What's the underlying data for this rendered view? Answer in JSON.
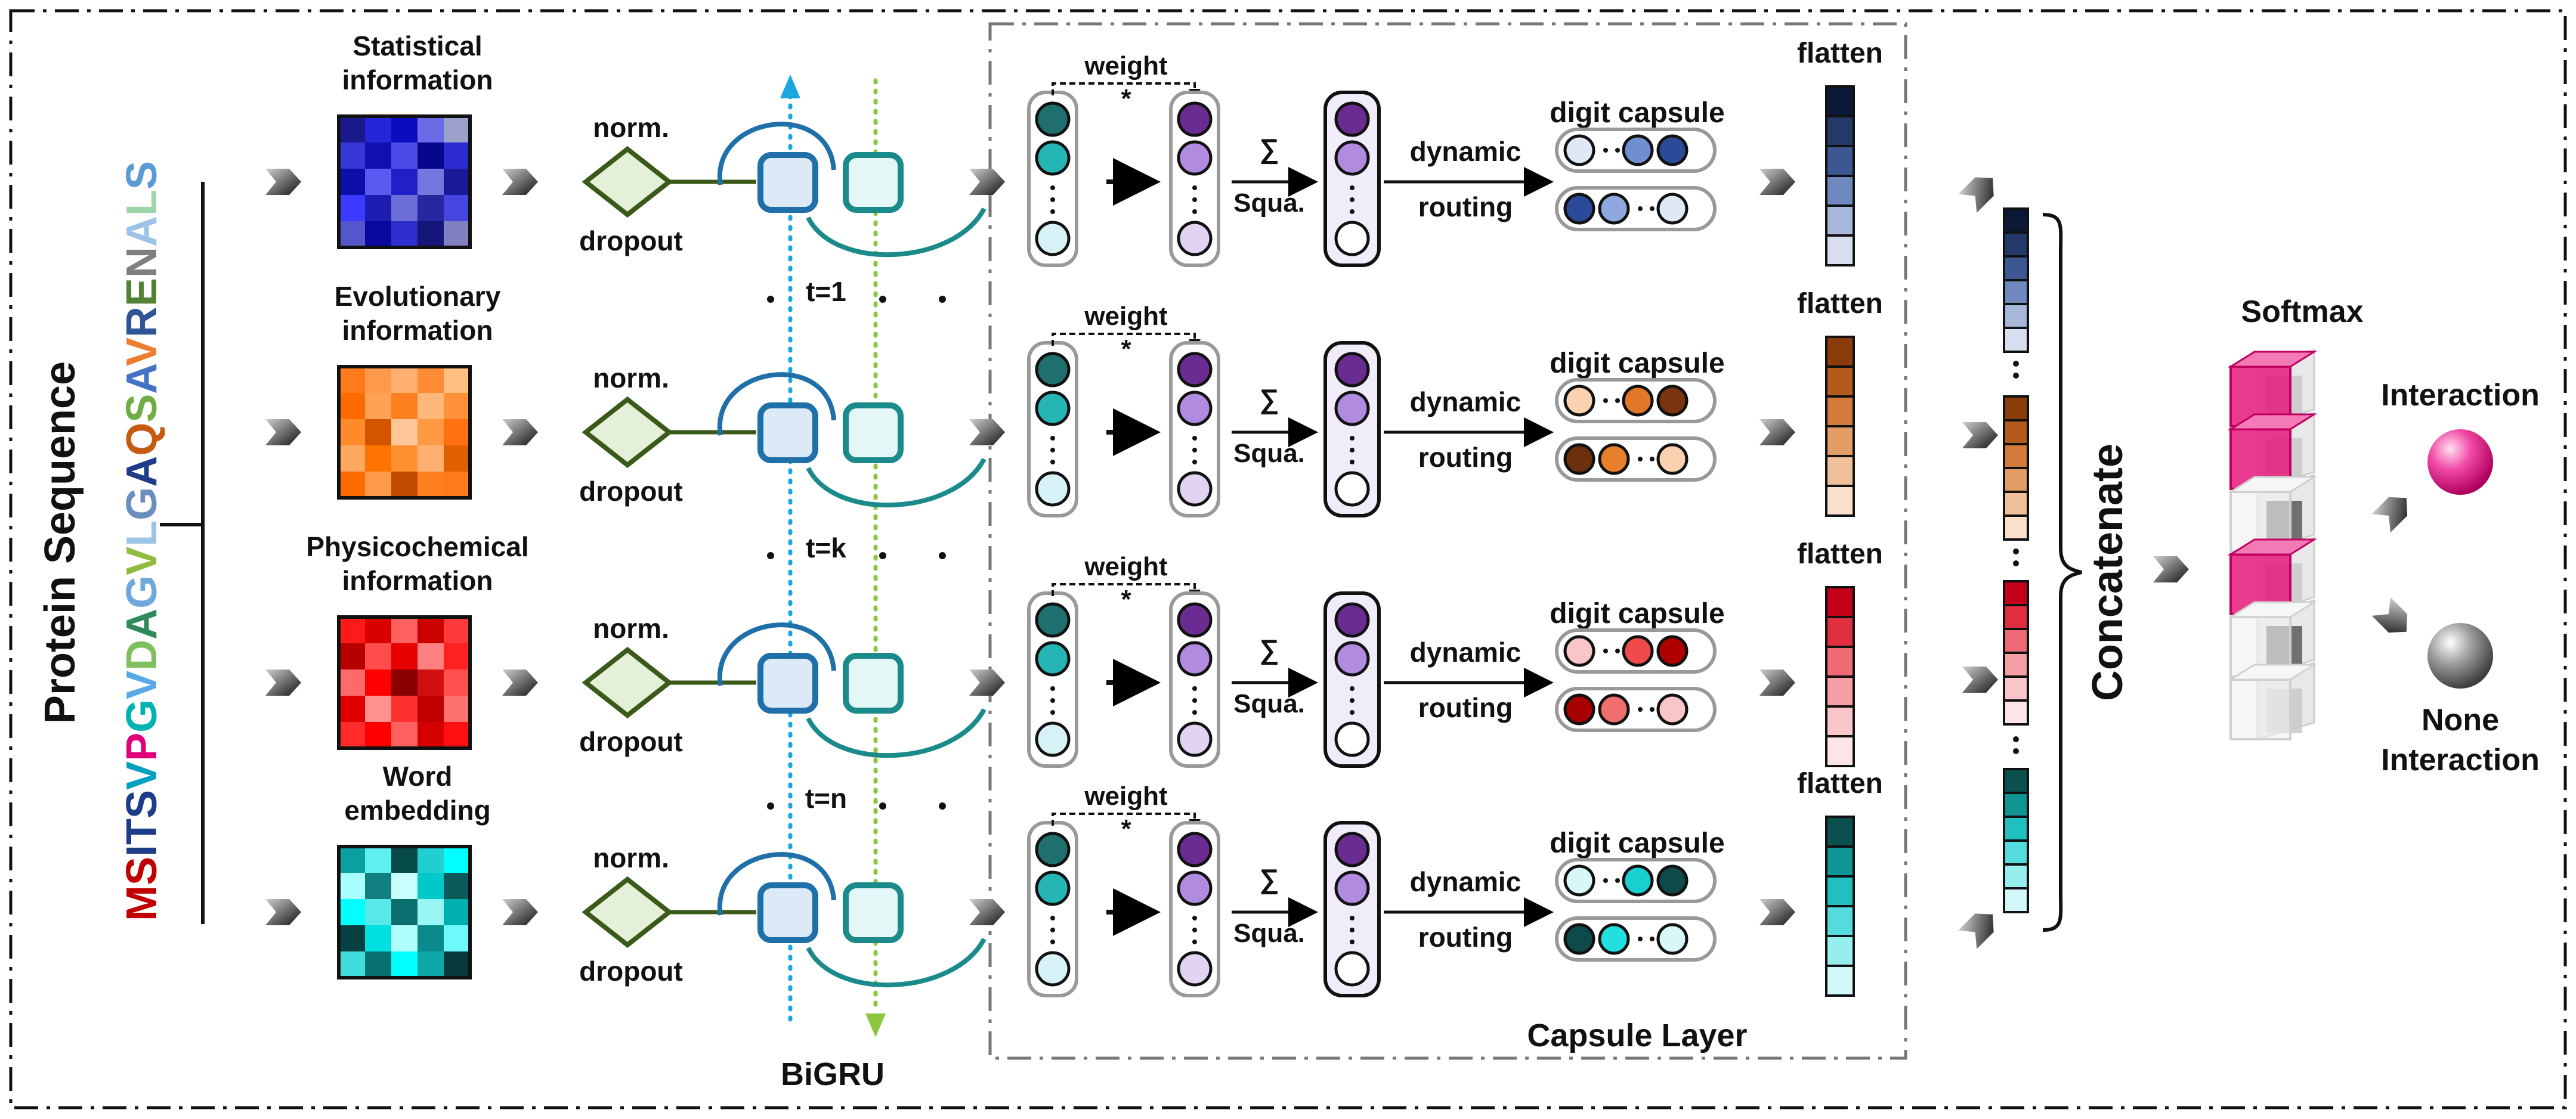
{
  "sequence": {
    "axis_label": "Protein Sequence",
    "letters": [
      {
        "ch": "M",
        "color": "#c00000"
      },
      {
        "ch": "S",
        "color": "#c00000"
      },
      {
        "ch": "I",
        "color": "#1f3c88"
      },
      {
        "ch": "T",
        "color": "#1f3c88"
      },
      {
        "ch": "S",
        "color": "#1f3c88"
      },
      {
        "ch": "V",
        "color": "#00a0c0"
      },
      {
        "ch": "P",
        "color": "#e0007a"
      },
      {
        "ch": "G",
        "color": "#00b3b3"
      },
      {
        "ch": "V",
        "color": "#5aa9e6"
      },
      {
        "ch": "D",
        "color": "#7fbf5f"
      },
      {
        "ch": "A",
        "color": "#2e8b57"
      },
      {
        "ch": "G",
        "color": "#6fa8dc"
      },
      {
        "ch": "V",
        "color": "#8fbc3f"
      },
      {
        "ch": "L",
        "color": "#9dc3e6"
      },
      {
        "ch": "G",
        "color": "#6c8ebf"
      },
      {
        "ch": "A",
        "color": "#1f3c88"
      },
      {
        "ch": "Q",
        "color": "#c55a11"
      },
      {
        "ch": "S",
        "color": "#70ad47"
      },
      {
        "ch": "A",
        "color": "#4472c4"
      },
      {
        "ch": "V",
        "color": "#ed7d31"
      },
      {
        "ch": "R",
        "color": "#2f5597"
      },
      {
        "ch": "E",
        "color": "#548235"
      },
      {
        "ch": "N",
        "color": "#7f7f7f"
      },
      {
        "ch": "A",
        "color": "#9dc3e6"
      },
      {
        "ch": "L",
        "color": "#9fd4a9"
      },
      {
        "ch": "S",
        "color": "#5b9bd5"
      }
    ]
  },
  "rows": [
    {
      "feature_label_1": "Statistical",
      "feature_label_2": "information",
      "theme": "blue",
      "matrix": [
        "#1a1a8c",
        "#2525d9",
        "#0b0bbf",
        "#6a6ae6",
        "#9aa0c9",
        "#3636d9",
        "#1010b3",
        "#4b4be8",
        "#06068c",
        "#2a2acf",
        "#0e0ea8",
        "#5a5af0",
        "#2020c6",
        "#7676e0",
        "#1a1a99",
        "#3b3bff",
        "#1c1cb0",
        "#6d6dd8",
        "#2727a0",
        "#4545e0",
        "#5555cc",
        "#0909a0",
        "#2f2fd0",
        "#15157a",
        "#8080c0"
      ],
      "hidden_circles": [
        "#1f6f6f",
        "#26b5b5",
        "#d6f2f7"
      ],
      "out_circles": [
        "#6a2c91",
        "#b08be0",
        "#e2d3f2"
      ],
      "cap_top": [
        "#dfe8f5",
        "#6f8fd0",
        "#2b4a99"
      ],
      "cap_bot": [
        "#2b4a99",
        "#8fa8e0",
        "#dfe8f5"
      ],
      "flatten": [
        "#0b1836",
        "#23396a",
        "#3c5792",
        "#6f88bd",
        "#a6b7da",
        "#d6def0"
      ]
    },
    {
      "feature_label_1": "Evolutionary",
      "feature_label_2": "information",
      "theme": "orange",
      "matrix": [
        "#ff7a1a",
        "#ff9a4a",
        "#ffb070",
        "#ff8c33",
        "#ffc080",
        "#ff6a00",
        "#ffa255",
        "#ff8020",
        "#ffb87a",
        "#ff9238",
        "#ff8a2a",
        "#d45500",
        "#ffc69a",
        "#ff9a44",
        "#ff7010",
        "#ffa860",
        "#ff7400",
        "#ff9030",
        "#ffb070",
        "#e06000",
        "#ff6a00",
        "#ff9a4a",
        "#c04a00",
        "#ff8020",
        "#ff7a1a"
      ],
      "hidden_circles": [
        "#1f6f6f",
        "#26b5b5",
        "#d6f2f7"
      ],
      "out_circles": [
        "#6a2c91",
        "#b08be0",
        "#e2d3f2"
      ],
      "cap_top": [
        "#fbd2b0",
        "#e07828",
        "#7a3510"
      ],
      "cap_bot": [
        "#6b2f0c",
        "#e87f2a",
        "#fbd2b0"
      ],
      "flatten": [
        "#8a3d0a",
        "#b45a1b",
        "#d27b3a",
        "#e29d64",
        "#f0c09a",
        "#fae0cc"
      ]
    },
    {
      "feature_label_1": "Physicochemical",
      "feature_label_2": "information",
      "theme": "red",
      "matrix": [
        "#ff1a1a",
        "#d90000",
        "#ff6060",
        "#cc0000",
        "#ff3a3a",
        "#b80000",
        "#ff4d4d",
        "#e60000",
        "#ff8080",
        "#ff2020",
        "#ff6a6a",
        "#ff0000",
        "#8a0000",
        "#d01010",
        "#ff5050",
        "#e00000",
        "#ff9090",
        "#ff3030",
        "#c00000",
        "#ff7070",
        "#ff2a2a",
        "#ff0000",
        "#ff6060",
        "#d40000",
        "#ff1010"
      ],
      "hidden_circles": [
        "#1f6f6f",
        "#26b5b5",
        "#d6f2f7"
      ],
      "out_circles": [
        "#6a2c91",
        "#b08be0",
        "#e2d3f2"
      ],
      "cap_top": [
        "#f8c6c6",
        "#ef4b4b",
        "#b00000"
      ],
      "cap_bot": [
        "#a80000",
        "#f07070",
        "#f8c6c6"
      ],
      "flatten": [
        "#c4001b",
        "#e0303f",
        "#ee6b75",
        "#f59ea5",
        "#fac6ca",
        "#fde4e6"
      ]
    },
    {
      "feature_label_1": "Word",
      "feature_label_2": "embedding",
      "theme": "cyan",
      "matrix": [
        "#0aa0a0",
        "#5ef0f0",
        "#064a4a",
        "#20d0d0",
        "#00ffff",
        "#a8ffff",
        "#108080",
        "#c8ffff",
        "#00c8c8",
        "#0a5a5a",
        "#00ffff",
        "#58e8e8",
        "#0b6e6e",
        "#9af6f6",
        "#00b0b0",
        "#064040",
        "#00e0e0",
        "#b0ffff",
        "#0a8a8a",
        "#6efafa",
        "#40dcdc",
        "#087070",
        "#00ffff",
        "#0fa8a8",
        "#063a3a"
      ],
      "hidden_circles": [
        "#1f6f6f",
        "#26b5b5",
        "#d6f2f7"
      ],
      "out_circles": [
        "#6a2c91",
        "#b08be0",
        "#e2d3f2"
      ],
      "cap_top": [
        "#d8f8f8",
        "#18d0d0",
        "#0f4a4a"
      ],
      "cap_bot": [
        "#0f4a4a",
        "#22e0e0",
        "#d8f8f8"
      ],
      "flatten": [
        "#0b4f4f",
        "#109494",
        "#20c0c0",
        "#54dcdc",
        "#96eeee",
        "#d2f8f8"
      ]
    }
  ],
  "labels": {
    "norm": "norm.",
    "dropout": "dropout",
    "weight": "weight",
    "star": "*",
    "sigma": "∑",
    "squa": "Squa.",
    "dynamic": "dynamic",
    "routing": "routing",
    "digit_capsule": "digit capsule",
    "flatten": "flatten",
    "t1": "t=1",
    "tk": "t=k",
    "tn": "t=n",
    "bigru": "BiGRU",
    "capsule_layer": "Capsule Layer",
    "concatenate": "Concatenate",
    "softmax": "Softmax",
    "interaction": "Interaction",
    "none_1": "None",
    "none_2": "Interaction"
  },
  "concat_bars": [
    [
      "#0b1836",
      "#23396a",
      "#3c5792",
      "#6f88bd",
      "#a6b7da",
      "#d6def0"
    ],
    [
      "#8a3d0a",
      "#b45a1b",
      "#d27b3a",
      "#e29d64",
      "#f0c09a",
      "#fae0cc"
    ],
    [
      "#c4001b",
      "#e0303f",
      "#ee6b75",
      "#f59ea5",
      "#fac6ca",
      "#fde4e6"
    ],
    [
      "#0b4f4f",
      "#109494",
      "#20c0c0",
      "#54dcdc",
      "#96eeee",
      "#d2f8f8"
    ]
  ],
  "colors": {
    "gru_blue": "#1f6fa8",
    "gru_teal": "#1a8a8a",
    "diamond": "#3a5a1a",
    "diamond_fill": "#e4f0d8",
    "dotted_blue": "#1aa6e0",
    "dotted_green": "#8cc63f",
    "interaction": "#e6197e",
    "none": "#7a7a7a"
  }
}
